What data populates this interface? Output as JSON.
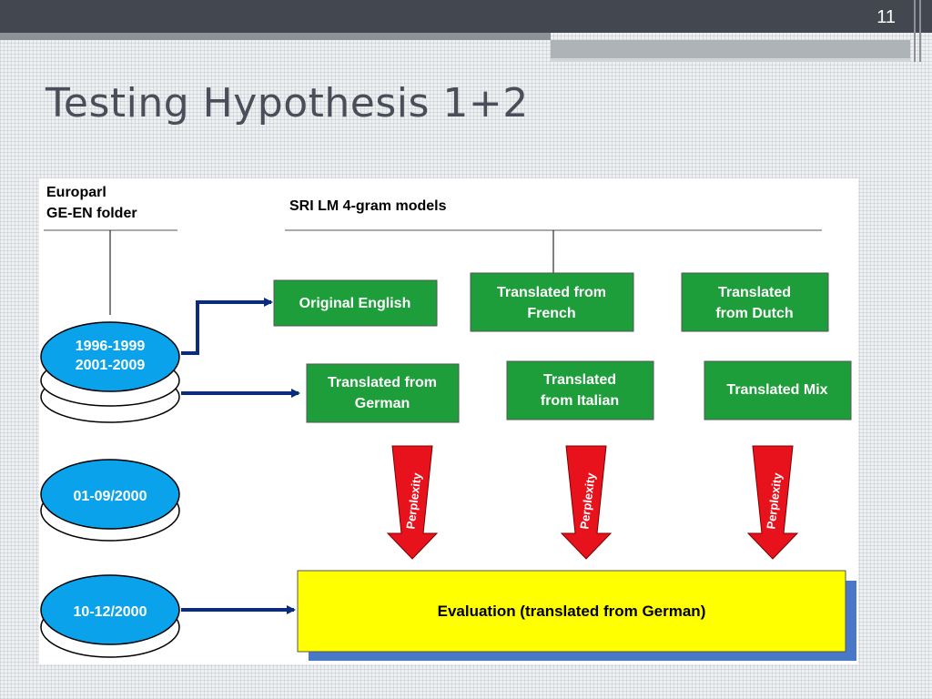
{
  "slide": {
    "number": "11",
    "title": "Testing Hypothesis 1+2"
  },
  "diagram": {
    "corpus_label_line1": "Europarl",
    "corpus_label_line2": "GE-EN folder",
    "models_label": "SRI LM 4-gram models",
    "disk_train": {
      "line1": "1996-1999",
      "line2": "2001-2009"
    },
    "disk_dev": {
      "line1": "01-09/2000"
    },
    "disk_test": {
      "line1": "10-12/2000"
    },
    "models": [
      {
        "line1": "Original English",
        "line2": ""
      },
      {
        "line1": "Translated from",
        "line2": "French"
      },
      {
        "line1": "Translated",
        "line2": "from Dutch"
      },
      {
        "line1": "Translated from",
        "line2": "German"
      },
      {
        "line1": "Translated",
        "line2": "from Italian"
      },
      {
        "line1": "Translated Mix",
        "line2": ""
      }
    ],
    "perplexity_label": "Perplexity",
    "evaluation_label": "Evaluation (translated from German)",
    "colors": {
      "model_box": "#1e9e3a",
      "disk": "#0aa2ea",
      "arrow": "#0a2c7a",
      "perplexity": "#e8121c",
      "evaluation": "#ffff00",
      "evaluation_shadow": "#4a78c8"
    }
  }
}
